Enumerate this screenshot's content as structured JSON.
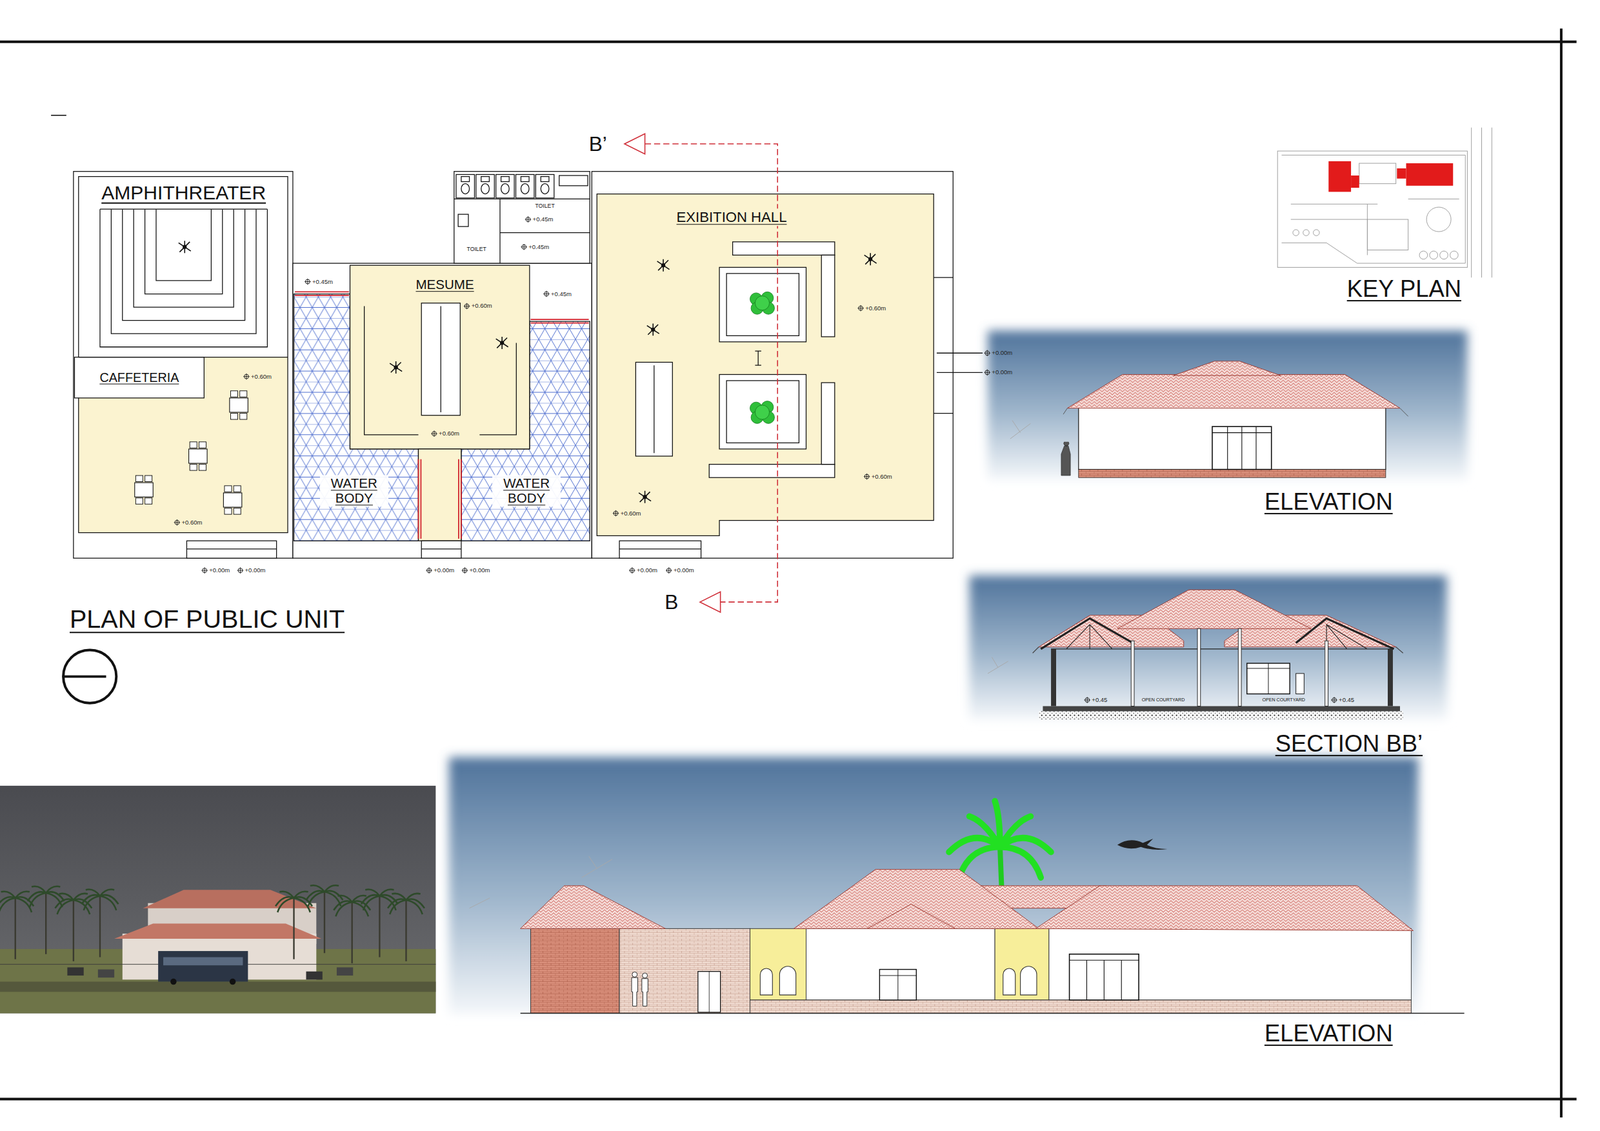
{
  "diagram": {
    "title": "PLAN OF PUBLIC UNIT",
    "nodes": [
      {
        "text": [
          "AMPHITHREATER"
        ]
      },
      {
        "text": [
          "CAFFETERIA"
        ]
      },
      {
        "text": [
          "MESUME"
        ]
      },
      {
        "text": [
          "WATER BODY"
        ]
      },
      {
        "text": [
          "WATER BODY"
        ]
      },
      {
        "text": [
          "TOILET"
        ]
      },
      {
        "text": [
          "TOILET"
        ]
      },
      {
        "text": [
          "EXIBITION HALL"
        ]
      }
    ],
    "labels": [
      "B’",
      "B",
      "KEY PLAN",
      "ELEVATION",
      "SECTION BB’",
      "ELEVATION",
      "OPEN COURTYARD",
      "OPEN COURTYARD",
      "+0.60m",
      "+0.60m",
      "+0.45m",
      "+0.60m",
      "+0.60m",
      "+0.45m",
      "+0.45m",
      "+0.45m",
      "+0.60m",
      "+0.60m",
      "+0.60m",
      "+0.00m",
      "+0.00m",
      "+0.00m",
      "+0.00m",
      "+0.00m",
      "+0.00m",
      "+0.00m",
      "+0.00m",
      "+0.45",
      "+0.45"
    ]
  }
}
